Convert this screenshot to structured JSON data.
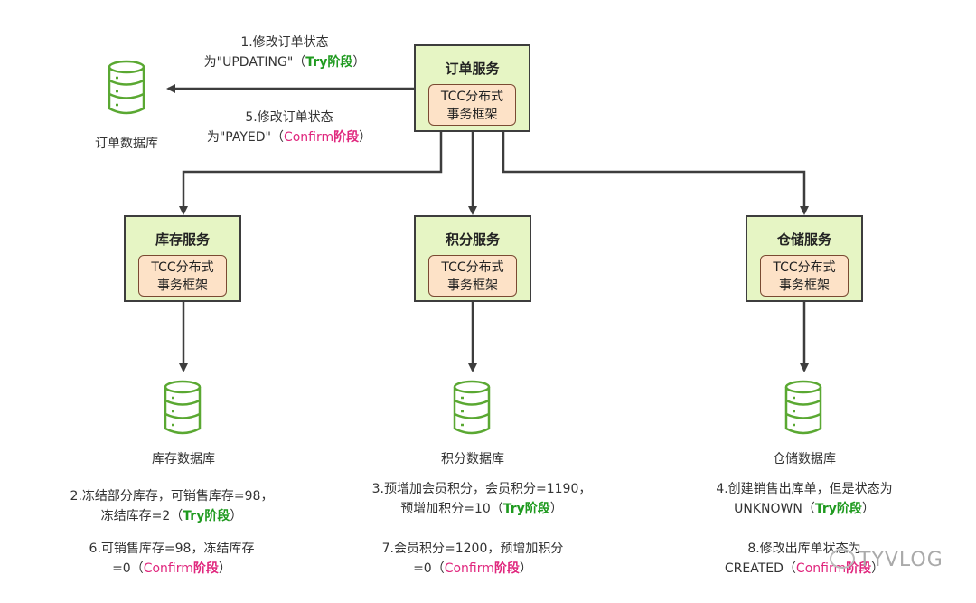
{
  "services": {
    "order": {
      "title": "订单服务",
      "inner_line1": "TCC分布式",
      "inner_line2": "事务框架"
    },
    "inventory": {
      "title": "库存服务",
      "inner_line1": "TCC分布式",
      "inner_line2": "事务框架"
    },
    "points": {
      "title": "积分服务",
      "inner_line1": "TCC分布式",
      "inner_line2": "事务框架"
    },
    "warehouse": {
      "title": "仓储服务",
      "inner_line1": "TCC分布式",
      "inner_line2": "事务框架"
    }
  },
  "databases": {
    "order": "订单数据库",
    "inventory": "库存数据库",
    "points": "积分数据库",
    "warehouse": "仓储数据库"
  },
  "notes": {
    "order_try": {
      "line1": "1.修改订单状态",
      "line2_prefix": "为\"UPDATING\"（",
      "phase": "Try阶段",
      "suffix": "）"
    },
    "order_confirm": {
      "line1": "5.修改订单状态",
      "line2_prefix": "为\"PAYED\"（",
      "phase_en": "Confirm",
      "phase_cn": "阶段",
      "suffix": "）"
    },
    "inventory_try": {
      "line1": "2.冻结部分库存，可销售库存=98，",
      "line2_prefix": "冻结库存=2（",
      "phase": "Try阶段",
      "suffix": "）"
    },
    "inventory_confirm": {
      "line1": "6.可销售库存=98，冻结库存",
      "line2_prefix": "=0（",
      "phase_en": "Confirm",
      "phase_cn": "阶段",
      "suffix": "）"
    },
    "points_try": {
      "line1": "3.预增加会员积分，会员积分=1190，",
      "line2_prefix": "预增加积分=10（",
      "phase": "Try阶段",
      "suffix": "）"
    },
    "points_confirm": {
      "line1": "7.会员积分=1200，预增加积分",
      "line2_prefix": "=0（",
      "phase_en": "Confirm",
      "phase_cn": "阶段",
      "suffix": "）"
    },
    "warehouse_try": {
      "line1": "4.创建销售出库单，但是状态为",
      "line2_prefix": "UNKNOWN（",
      "phase": "Try阶段",
      "suffix": "）"
    },
    "warehouse_confirm": {
      "line1": "8.修改出库单状态为",
      "line2_prefix": "CREATED（",
      "phase_en": "Confirm",
      "phase_cn": "阶段",
      "suffix": "）"
    }
  },
  "watermark": "TYVLOG",
  "colors": {
    "service_fill": "#e6f5c4",
    "inner_fill": "#fde2c7",
    "db_stroke": "#5aa832",
    "try": "#1f9a1f",
    "confirm": "#e0267d"
  }
}
